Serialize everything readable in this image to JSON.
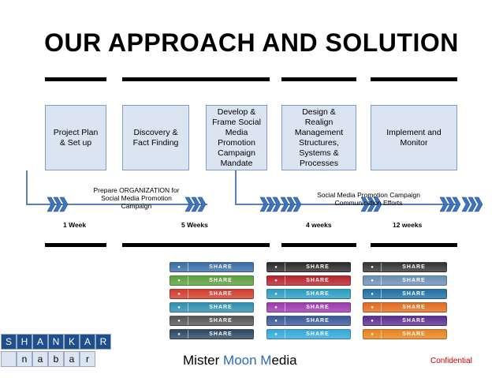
{
  "title": "OUR APPROACH AND SOLUTION",
  "phases": [
    {
      "label": "Project Plan & Set up"
    },
    {
      "label": "Discovery & Fact Finding"
    },
    {
      "label": "Develop & Frame Social Media Promotion Campaign Mandate"
    },
    {
      "label": "Design & Realign Management Structures, Systems & Processes"
    },
    {
      "label": "Implement and Monitor"
    }
  ],
  "timeline_left": "Prepare ORGANIZATION for Social Media Promotion Campaign",
  "timeline_right": "Social Media Promotion Campaign Communication Efforts",
  "durations": [
    "1 Week",
    "5 Weeks",
    "4 weeks",
    "12 weeks"
  ],
  "share_label": "SHARE",
  "share_buttons": [
    {
      "icon": "digg-icon",
      "color": "#3a6ea5"
    },
    {
      "icon": "stumble-icon",
      "color": "#5aa03c"
    },
    {
      "icon": "google-icon",
      "color": "#d23b2c"
    },
    {
      "icon": "blank-icon",
      "color": "#2f8fb0"
    },
    {
      "icon": "flickr-icon",
      "color": "#555555"
    },
    {
      "icon": "tumblr-icon",
      "color": "#2c4762"
    },
    {
      "icon": "myspace-icon",
      "color": "#2a2a2a"
    },
    {
      "icon": "email-icon",
      "color": "#b7222b"
    },
    {
      "icon": "vimeo-icon",
      "color": "#2b9cc4"
    },
    {
      "icon": "blog-icon",
      "color": "#9b3ab0"
    },
    {
      "icon": "facebook-icon",
      "color": "#3b5998"
    },
    {
      "icon": "twitter-icon",
      "color": "#33a8d8"
    },
    {
      "icon": "delicious-icon",
      "color": "#333333"
    },
    {
      "icon": "reddit-icon",
      "color": "#6a8fb8"
    },
    {
      "icon": "linkedin-icon",
      "color": "#1f6fa5"
    },
    {
      "icon": "blogger-icon",
      "color": "#e06b1e"
    },
    {
      "icon": "yahoo-icon",
      "color": "#5a2d90"
    },
    {
      "icon": "rss-icon",
      "color": "#e8831d"
    }
  ],
  "footer": {
    "logo_top": [
      "S",
      "H",
      "A",
      "N",
      "K",
      "A",
      "R"
    ],
    "logo_bottom": [
      "",
      "n",
      "a",
      "b",
      "a",
      "r"
    ],
    "brand_m1": "M",
    "brand_w1": "ister ",
    "brand_m2": "M",
    "brand_w2": "oon ",
    "brand_m3": "M",
    "brand_w3": "edia",
    "confidential": "Confidential"
  }
}
